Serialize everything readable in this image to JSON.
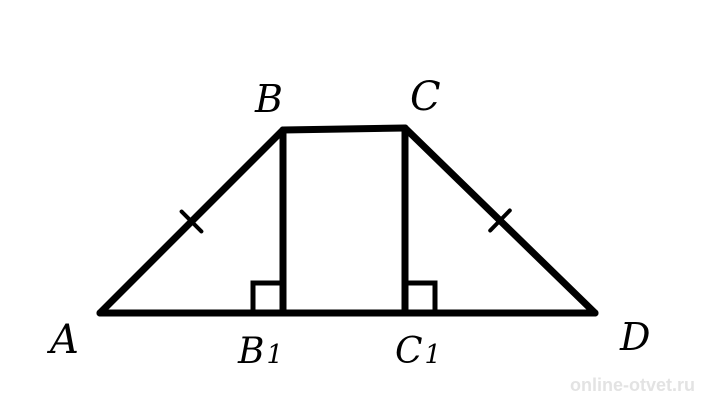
{
  "diagram": {
    "points": [
      {
        "id": "A",
        "label": "A"
      },
      {
        "id": "B",
        "label": "B"
      },
      {
        "id": "C",
        "label": "C"
      },
      {
        "id": "D",
        "label": "D"
      },
      {
        "id": "B1",
        "label": "B",
        "subscript": "1"
      },
      {
        "id": "C1",
        "label": "C",
        "subscript": "1"
      }
    ],
    "segments": [
      "A-B",
      "B-C",
      "C-D",
      "A-D",
      "B-B1",
      "C-C1"
    ],
    "equal_marks": [
      "A-B",
      "C-D"
    ],
    "right_angles": [
      "B1",
      "C1"
    ],
    "stroke_color": "#000000"
  },
  "watermark": "online-otvet.ru"
}
